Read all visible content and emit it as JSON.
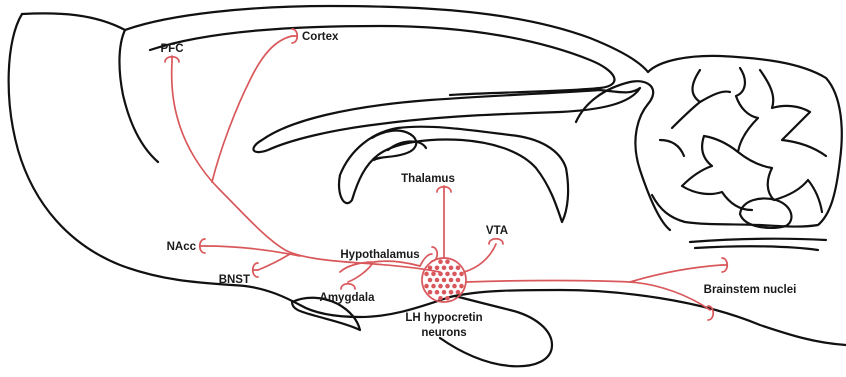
{
  "colors": {
    "projection": "#d9585b",
    "outline": "#111111",
    "background": "#ffffff"
  },
  "labels": {
    "pfc": "PFC",
    "cortex": "Cortex",
    "thalamus": "Thalamus",
    "vta": "VTA",
    "nacc": "NAcc",
    "hypothalamus": "Hypothalamus",
    "bnst": "BNST",
    "amygdala": "Amygdala",
    "lh_line1": "LH hypocretin",
    "lh_line2": "neurons",
    "brainstem": "Brainstem nuclei"
  }
}
